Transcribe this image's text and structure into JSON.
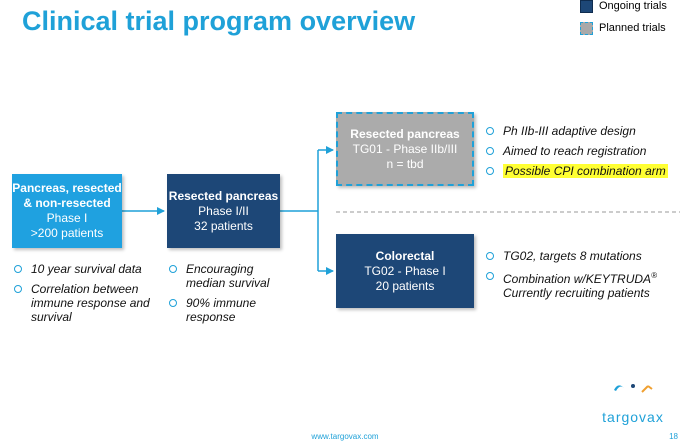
{
  "title": "Clinical trial program overview",
  "legend": {
    "ongoing": "Ongoing trials",
    "planned": "Planned trials"
  },
  "boxes": {
    "phase1": {
      "title": "Pancreas, resected & non-resected",
      "line1": "Phase I",
      "line2": ">200 patients"
    },
    "phase12": {
      "title": "Resected pancreas",
      "line1": "Phase I/II",
      "line2": "32 patients"
    },
    "tg01": {
      "title": "Resected pancreas",
      "line1": "TG01 - Phase IIb/III",
      "line2": "n = tbd"
    },
    "tg02": {
      "title": "Colorectal",
      "line1": "TG02 - Phase I",
      "line2": "20 patients"
    }
  },
  "bullets": {
    "phase1": [
      "10 year survival data",
      "Correlation between immune response and survival"
    ],
    "phase12": [
      "Encouraging median survival",
      "90% immune response"
    ],
    "tg01": [
      "Ph IIb-III adaptive design",
      "Aimed to reach registration",
      "Possible CPI combination arm"
    ],
    "tg02": [
      "TG02, targets 8 mutations",
      "Combination w/KEYTRUDA",
      "Currently recruiting patients"
    ]
  },
  "superscript": "®",
  "footer": {
    "url": "www.targovax.com",
    "page": "18"
  },
  "logo": {
    "text": "targovax"
  },
  "colors": {
    "title": "#1fa1d8",
    "ongoing": "#1d4777",
    "phase1_box": "#1fa1e0",
    "planned": "#ababab",
    "highlight": "#ffff33"
  }
}
